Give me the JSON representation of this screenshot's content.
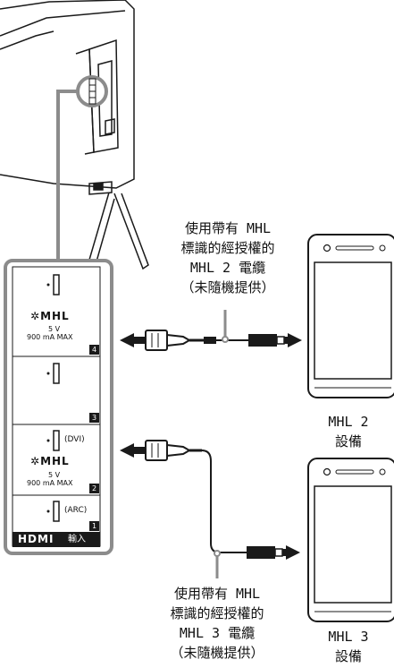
{
  "captions": {
    "top": [
      "使用帶有 MHL",
      "標識的經授權的",
      "MHL 2 電纜",
      "（未隨機提供）"
    ],
    "bottom": [
      "使用帶有 MHL",
      "標識的經授權的",
      "MHL 3 電纜",
      "（未隨機提供）"
    ]
  },
  "devices": {
    "device2": [
      "MHL 2",
      "設備"
    ],
    "device3": [
      "MHL 3",
      "設備"
    ]
  },
  "panel": {
    "ports": [
      {
        "number": "4",
        "logo": "MHL",
        "spec": [
          "5 V",
          "900 mA MAX"
        ]
      },
      {
        "number": "3"
      },
      {
        "number": "2",
        "tag": "(DVI)",
        "logo": "MHL",
        "spec": [
          "5 V",
          "900 mA MAX"
        ]
      },
      {
        "number": "1",
        "tag": "(ARC)"
      }
    ],
    "hdmi_logo": "HDMI",
    "input_label": "輸入"
  },
  "colors": {
    "panel_border": "#8c8c8c",
    "line": "#1a1a1a"
  }
}
